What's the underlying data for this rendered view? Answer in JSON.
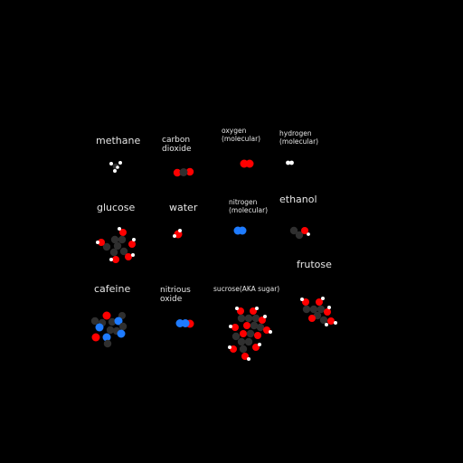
{
  "colors": {
    "background": "#000000",
    "carbon": "#2f2f2f",
    "oxygen": "#ff0000",
    "hydrogen": "#ffffff",
    "nitrogen": "#1e7bff",
    "label": "#e6e6e6"
  },
  "molecules": [
    {
      "id": "methane",
      "label": "methane"
    },
    {
      "id": "carbon-dioxide",
      "label": "carbon\ndioxide"
    },
    {
      "id": "oxygen",
      "label": "oxygen\n(molecular)"
    },
    {
      "id": "hydrogen",
      "label": "hydrogen\n(molecular)"
    },
    {
      "id": "glucose",
      "label": "glucose"
    },
    {
      "id": "water",
      "label": "water"
    },
    {
      "id": "nitrogen",
      "label": "nitrogen\n(molecular)"
    },
    {
      "id": "ethanol",
      "label": "ethanol"
    },
    {
      "id": "frutose",
      "label": "frutose"
    },
    {
      "id": "cafeine",
      "label": "cafeine"
    },
    {
      "id": "nitrious-oxide",
      "label": "nitrious\noxide"
    },
    {
      "id": "sucrose",
      "label": "sucrose(AKA sugar)"
    }
  ]
}
